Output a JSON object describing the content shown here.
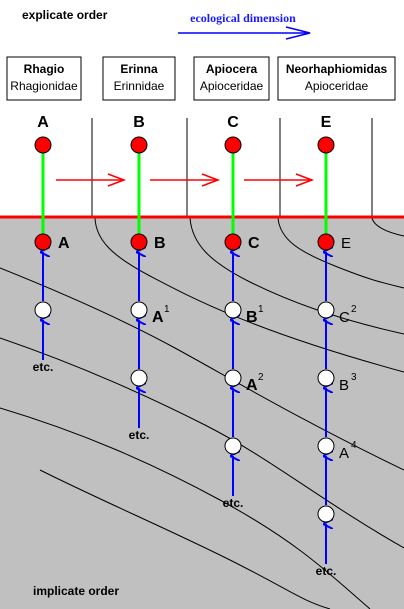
{
  "labels": {
    "explicate": "explicate order",
    "ecological": "ecological dimension",
    "implicate": "implicate order"
  },
  "taxa": [
    {
      "genus": "Rhagio",
      "family": "Rhagionidae",
      "top": "A"
    },
    {
      "genus": "Erinna",
      "family": "Erinnidae",
      "top": "B"
    },
    {
      "genus": "Apiocera",
      "family": "Apioceridae",
      "top": "C"
    },
    {
      "genus": "Neorhaphiomidas",
      "family": "Apioceridae",
      "top": "E"
    }
  ],
  "columns": [
    {
      "surface": "A",
      "nodes": [
        {
          "base": "",
          "sup": ""
        }
      ],
      "etc": "etc."
    },
    {
      "surface": "B",
      "nodes": [
        {
          "base": "A",
          "sup": "1"
        },
        {
          "base": "",
          "sup": ""
        }
      ],
      "etc": "etc."
    },
    {
      "surface": "C",
      "nodes": [
        {
          "base": "B",
          "sup": "1"
        },
        {
          "base": "A",
          "sup": "2"
        },
        {
          "base": "",
          "sup": ""
        }
      ],
      "etc": "etc."
    },
    {
      "surface": "E",
      "nodes": [
        {
          "base": "C",
          "sup": "2"
        },
        {
          "base": "B",
          "sup": "3"
        },
        {
          "base": "A",
          "sup": "4"
        },
        {
          "base": "",
          "sup": ""
        }
      ],
      "etc": "etc."
    }
  ],
  "colors": {
    "surface_line": "#ff0000",
    "node_red": "#ff0000",
    "node_white": "#ffffff",
    "stem_green": "#00ff00",
    "lineage_blue": "#0000ff",
    "arrow_red": "#ff0000",
    "eco_arrow": "#0000ff",
    "ground": "#c0c0c0"
  }
}
